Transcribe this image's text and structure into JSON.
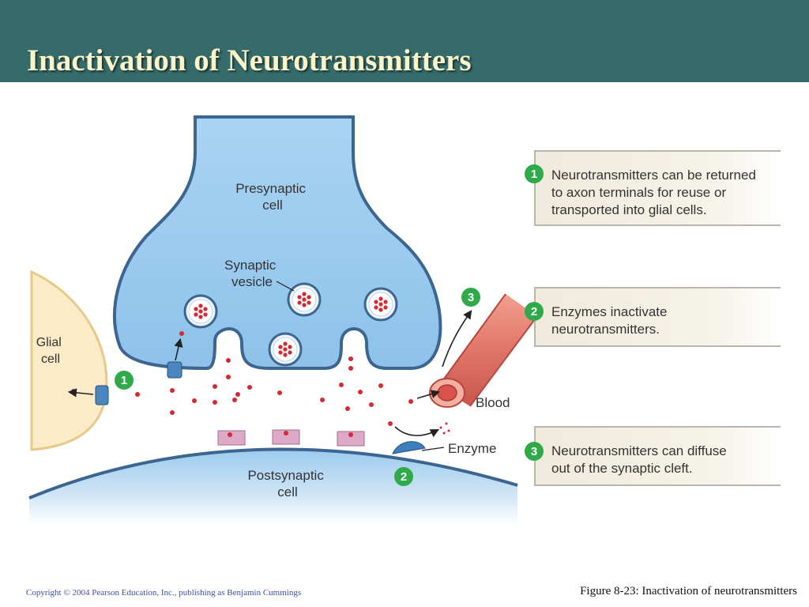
{
  "title": "Inactivation of Neurotransmitters",
  "labels": {
    "presynaptic": [
      "Presynaptic",
      "cell"
    ],
    "synaptic_vesicle": [
      "Synaptic",
      "vesicle"
    ],
    "glial": [
      "Glial",
      "cell"
    ],
    "postsynaptic": [
      "Postsynaptic",
      "cell"
    ],
    "blood": "Blood",
    "enzyme": "Enzyme"
  },
  "steps": [
    {
      "number": "1",
      "lines": [
        "Neurotransmitters can be returned",
        "to axon terminals for reuse or",
        "transported into glial cells."
      ]
    },
    {
      "number": "2",
      "lines": [
        "Enzymes inactivate",
        "neurotransmitters."
      ]
    },
    {
      "number": "3",
      "lines": [
        "Neurotransmitters can diffuse",
        "out of the synaptic cleft."
      ]
    }
  ],
  "diagram_badges": [
    "1",
    "2",
    "3"
  ],
  "colors": {
    "header": "#356b6b",
    "title": "#fbf4c8",
    "badge": "#2eaa4a",
    "neuron_fill": "#9ccbee",
    "neuron_outline": "#3c6590",
    "glial_fill": "#fbebc6",
    "neurotransmitter": "#d42a34",
    "blood_vessel": "#e07668",
    "receptor": "#dca9c6"
  },
  "footer": {
    "copyright": "Copyright © 2004 Pearson Education, Inc., publishing as Benjamin Cummings",
    "figure_caption": "Figure 8-23: Inactivation of neurotransmitters"
  }
}
